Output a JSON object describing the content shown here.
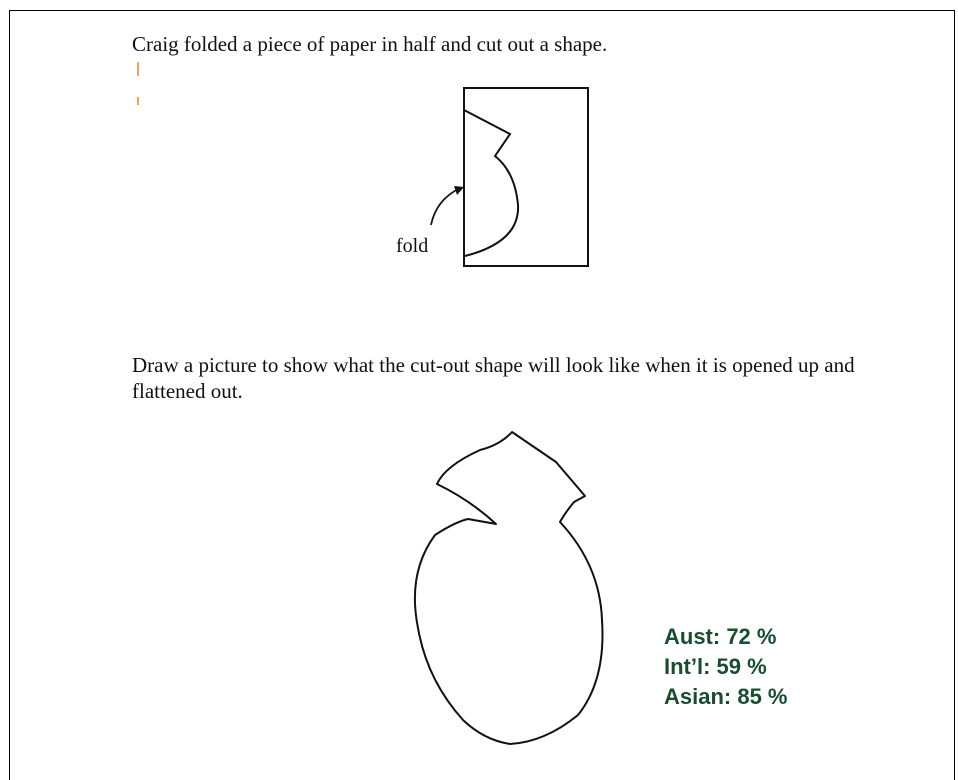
{
  "question": {
    "intro": "Craig folded a piece of paper in half and cut out a shape.",
    "fold_label": "fold",
    "prompt": "Draw a picture to show what the cut-out shape will look like when it is opened up and flattened out."
  },
  "results": [
    "Aust:  72 %",
    "Int’l:  59 %",
    "Asian:  85 %"
  ],
  "colors": {
    "results_text": "#1a4d2e",
    "margin_marks": "#f2a65a"
  }
}
